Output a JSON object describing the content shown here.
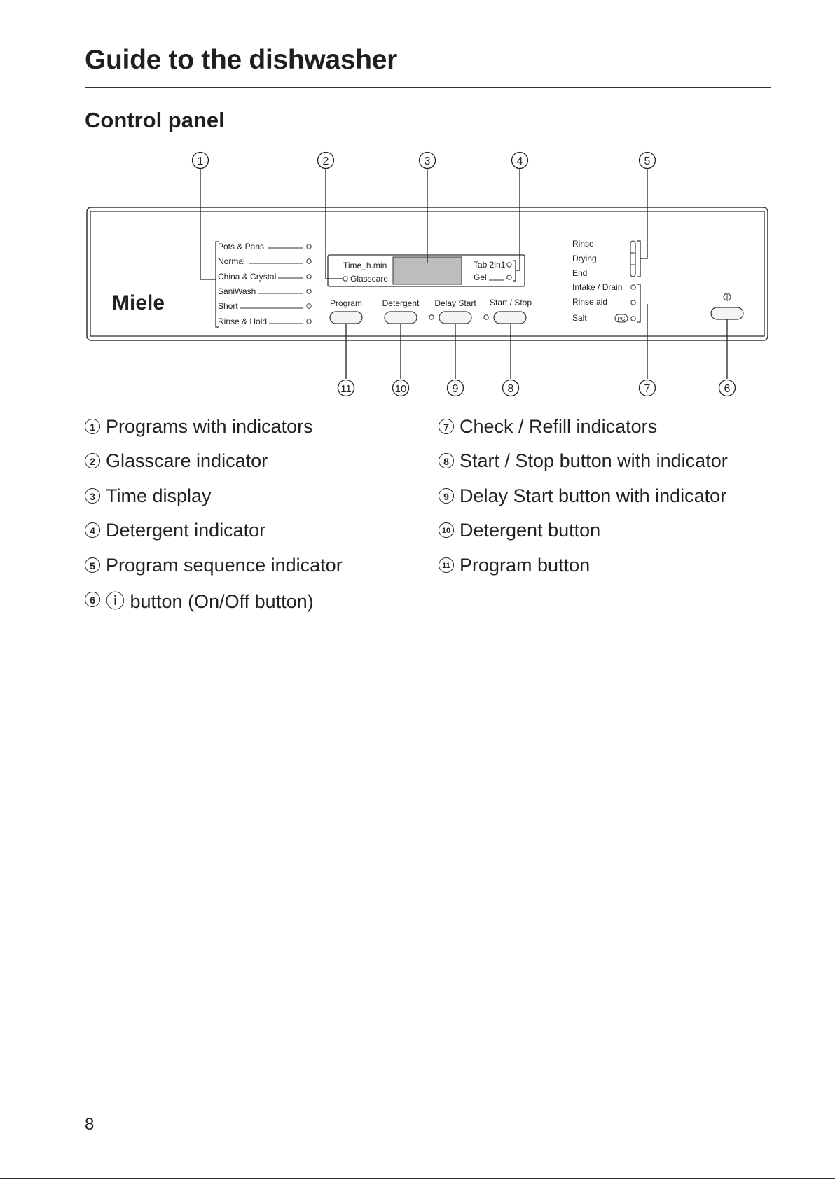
{
  "page": {
    "title": "Guide to the dishwasher",
    "section": "Control panel",
    "page_number": "8"
  },
  "panel": {
    "brand": "Miele",
    "programs": [
      "Pots & Pans",
      "Normal",
      "China & Crystal",
      "SaniWash",
      "Short",
      "Rinse & Hold"
    ],
    "display_time_label": "Time_h.min",
    "glasscare_label": "Glasscare",
    "detergent_labels": [
      "Tab 2in1",
      "Gel"
    ],
    "button_labels": {
      "program": "Program",
      "detergent": "Detergent",
      "delay_start": "Delay Start",
      "start_stop": "Start / Stop"
    },
    "sequence": [
      "Rinse",
      "Drying",
      "End"
    ],
    "refill": [
      "Intake / Drain",
      "Rinse aid",
      "Salt"
    ],
    "salt_badge": "PC",
    "power_symbol": "①"
  },
  "callouts": {
    "top": [
      "1",
      "2",
      "3",
      "4",
      "5"
    ],
    "bottom": [
      "11",
      "10",
      "9",
      "8",
      "7",
      "6"
    ]
  },
  "legend": {
    "left": [
      {
        "num": "1",
        "text": "Programs with indicators"
      },
      {
        "num": "2",
        "text": "Glasscare indicator"
      },
      {
        "num": "3",
        "text": "Time display"
      },
      {
        "num": "4",
        "text": "Detergent indicator"
      },
      {
        "num": "5",
        "text": "Program sequence indicator"
      },
      {
        "num": "6",
        "text": "ⓘ button (On/Off button)"
      }
    ],
    "right": [
      {
        "num": "7",
        "text": "Check / Refill indicators"
      },
      {
        "num": "8",
        "text": "Start / Stop button with indicator"
      },
      {
        "num": "9",
        "text": "Delay Start button with indicator"
      },
      {
        "num": "10",
        "text": "Detergent button"
      },
      {
        "num": "11",
        "text": "Program button"
      }
    ]
  }
}
